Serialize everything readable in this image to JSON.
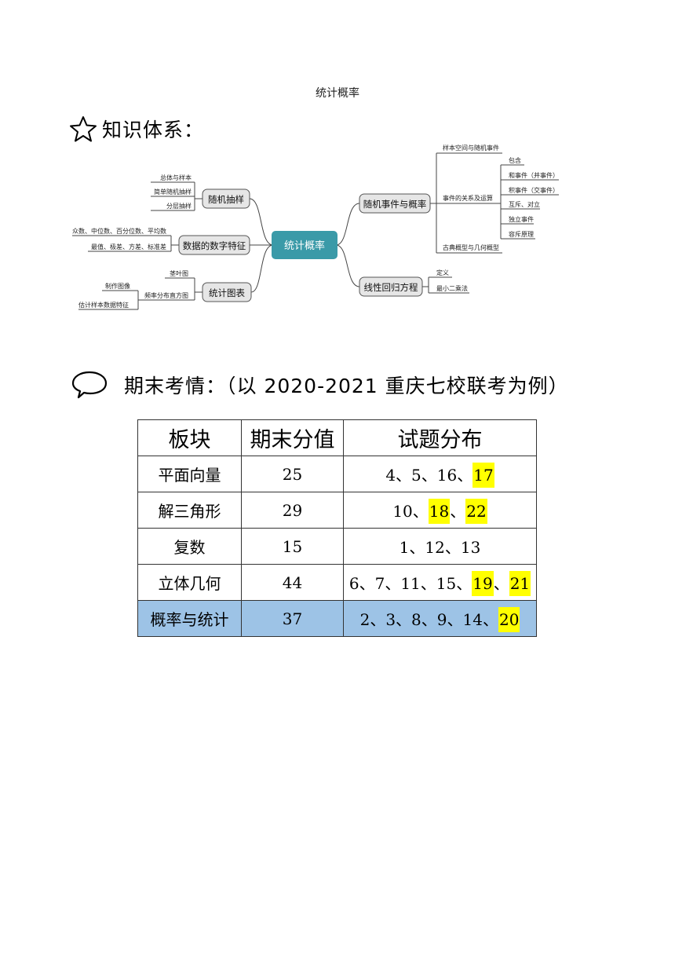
{
  "page_title": "统计概率",
  "section1_title": "知识体系：",
  "section2_title": "期末考情：（以 2020-2021 重庆七校联考为例）",
  "mindmap": {
    "center": "统计概率",
    "left_branches": [
      {
        "label": "随机抽样",
        "leaves": [
          "总体与样本",
          "简单随机抽样",
          "分层抽样"
        ]
      },
      {
        "label": "数据的数字特征",
        "leaves": [
          "众数、中位数、百分位数、平均数",
          "最值、极差、方差、标准差"
        ]
      },
      {
        "label": "统计图表",
        "leaves": [
          "茎叶图",
          "频率分布直方图"
        ],
        "sub_leaves": [
          "制作图像",
          "估计样本数据特征"
        ]
      }
    ],
    "right_branches": [
      {
        "label": "随机事件与概率",
        "leaves": [
          "样本空间与随机事件",
          "事件的关系及运算",
          "古典概型与几何概型"
        ],
        "sub_leaves": [
          "包含",
          "和事件（并事件）",
          "积事件（交事件）",
          "互斥、对立",
          "独立事件",
          "容斥原理"
        ]
      },
      {
        "label": "线性回归方程",
        "leaves": [
          "定义",
          "最小二乘法"
        ]
      }
    ]
  },
  "table": {
    "headers": [
      "板块",
      "期末分值",
      "试题分布"
    ],
    "rows": [
      {
        "section": "平面向量",
        "score": "25",
        "questions": [
          {
            "n": "4",
            "hl": false
          },
          {
            "n": "5",
            "hl": false
          },
          {
            "n": "16",
            "hl": false
          },
          {
            "n": "17",
            "hl": true
          }
        ],
        "row_highlight": false
      },
      {
        "section": "解三角形",
        "score": "29",
        "questions": [
          {
            "n": "10",
            "hl": false
          },
          {
            "n": "18",
            "hl": true
          },
          {
            "n": "22",
            "hl": true
          }
        ],
        "row_highlight": false
      },
      {
        "section": "复数",
        "score": "15",
        "questions": [
          {
            "n": "1",
            "hl": false
          },
          {
            "n": "12",
            "hl": false
          },
          {
            "n": "13",
            "hl": false
          }
        ],
        "row_highlight": false
      },
      {
        "section": "立体几何",
        "score": "44",
        "questions": [
          {
            "n": "6",
            "hl": false
          },
          {
            "n": "7",
            "hl": false
          },
          {
            "n": "11",
            "hl": false
          },
          {
            "n": "15",
            "hl": false
          },
          {
            "n": "19",
            "hl": true
          },
          {
            "n": "21",
            "hl": true
          }
        ],
        "row_highlight": false
      },
      {
        "section": "概率与统计",
        "score": "37",
        "questions": [
          {
            "n": "2",
            "hl": false
          },
          {
            "n": "3",
            "hl": false
          },
          {
            "n": "8",
            "hl": false
          },
          {
            "n": "9",
            "hl": false
          },
          {
            "n": "14",
            "hl": false
          },
          {
            "n": "20",
            "hl": true
          }
        ],
        "row_highlight": true
      }
    ],
    "separator": "、",
    "highlight_color": "#ffff00",
    "row_highlight_color": "#9dc3e6"
  }
}
